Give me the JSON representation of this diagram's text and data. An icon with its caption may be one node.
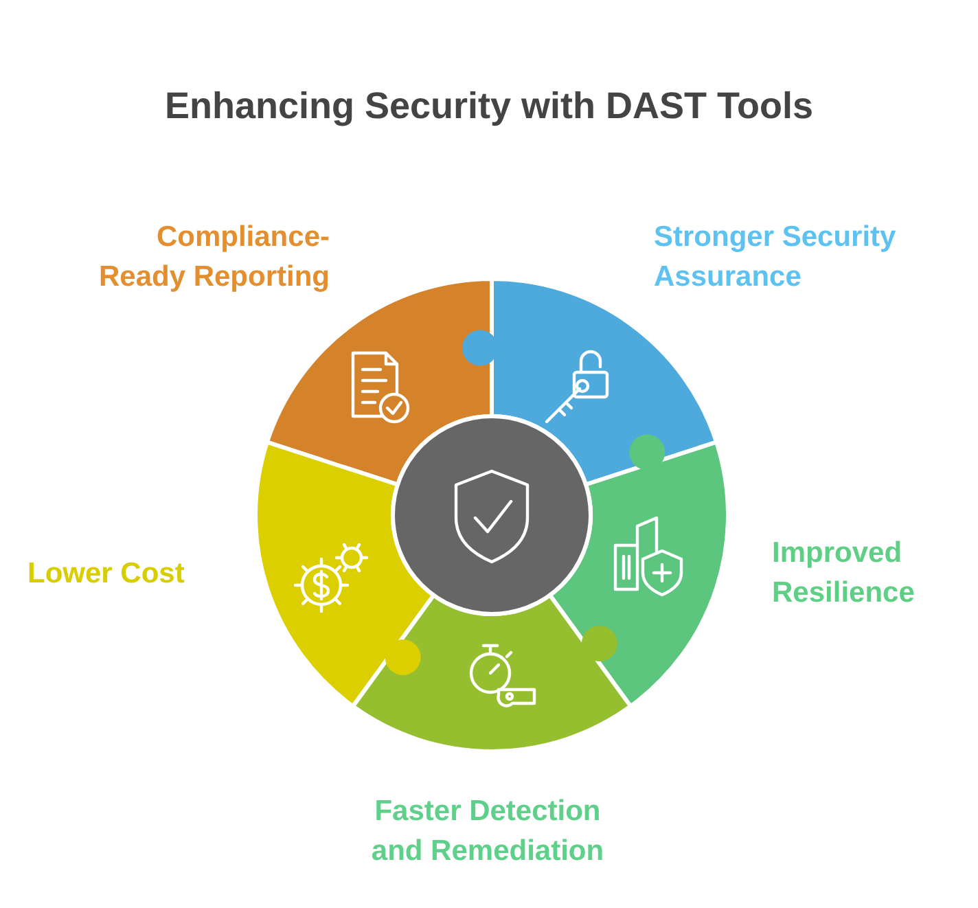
{
  "diagram": {
    "title": "Enhancing Security with DAST Tools",
    "nodes": [
      {
        "text": [
          "Compliance-Ready Reporting"
        ]
      },
      {
        "text": [
          "Stronger Security Assurance"
        ]
      },
      {
        "text": [
          "Lower Cost"
        ]
      },
      {
        "text": [
          "Improved Resilience"
        ]
      },
      {
        "text": [
          "Faster Detection and Remediation"
        ]
      },
      {
        "text": [],
        "shape": "circle"
      }
    ]
  }
}
